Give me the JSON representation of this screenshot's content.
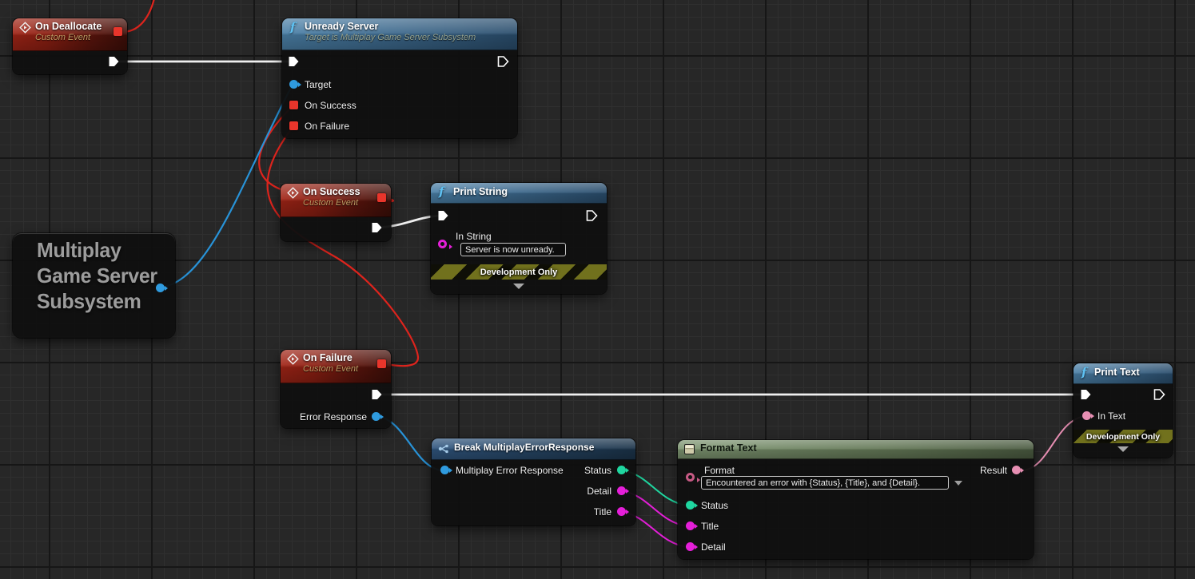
{
  "nodes": {
    "on_deallocate": {
      "title": "On Deallocate",
      "subtitle": "Custom Event"
    },
    "unready_server": {
      "title": "Unready Server",
      "subtitle": "Target is Multiplay Game Server Subsystem",
      "pins": {
        "target": "Target",
        "on_success": "On Success",
        "on_failure": "On Failure"
      }
    },
    "on_success": {
      "title": "On Success",
      "subtitle": "Custom Event"
    },
    "print_string": {
      "title": "Print String",
      "in_string_label": "In String",
      "in_string_value": "Server is now unready.",
      "banner": "Development Only"
    },
    "multiplay_subsystem": {
      "title": "Multiplay Game Server Subsystem"
    },
    "on_failure": {
      "title": "On Failure",
      "subtitle": "Custom Event",
      "error_response_label": "Error Response"
    },
    "break_error_response": {
      "title": "Break MultiplayErrorResponse",
      "input_label": "Multiplay Error Response",
      "outputs": [
        "Status",
        "Detail",
        "Title"
      ]
    },
    "format_text": {
      "title": "Format Text",
      "format_label": "Format",
      "format_value": "Encountered an error with {Status}, {Title}, and {Detail}.",
      "inputs": [
        "Status",
        "Title",
        "Detail"
      ],
      "result_label": "Result"
    },
    "print_text": {
      "title": "Print Text",
      "in_text_label": "In Text",
      "banner": "Development Only"
    }
  },
  "colors": {
    "exec_wire": "#f0f0f0",
    "delegate_red": "#e8352b",
    "object_blue": "#2f9bdf",
    "string_magenta": "#e51fd9",
    "text_pink": "#e78fb3",
    "struct_teal": "#1fd7a0"
  },
  "wires": [
    {
      "from": "on_deallocate.exec_out",
      "to": "unready_server.exec_in",
      "type": "exec"
    },
    {
      "from": "on_deallocate.delegate",
      "to": "offscreen-top",
      "type": "delegate"
    },
    {
      "from": "unready_server.on_success",
      "to": "on_success.delegate",
      "type": "delegate"
    },
    {
      "from": "unready_server.on_failure",
      "to": "on_failure.delegate",
      "type": "delegate"
    },
    {
      "from": "multiplay_subsystem.output",
      "to": "unready_server.target",
      "type": "object"
    },
    {
      "from": "on_success.exec_out",
      "to": "print_string.exec_in",
      "type": "exec"
    },
    {
      "from": "on_failure.exec_out",
      "to": "print_text.exec_in",
      "type": "exec"
    },
    {
      "from": "on_failure.error_response",
      "to": "break_error_response.input",
      "type": "object"
    },
    {
      "from": "break_error_response.status",
      "to": "format_text.status",
      "type": "struct"
    },
    {
      "from": "break_error_response.detail",
      "to": "format_text.title",
      "type": "text"
    },
    {
      "from": "break_error_response.title",
      "to": "format_text.detail",
      "type": "text"
    },
    {
      "from": "format_text.result",
      "to": "print_text.in_text",
      "type": "text"
    }
  ]
}
